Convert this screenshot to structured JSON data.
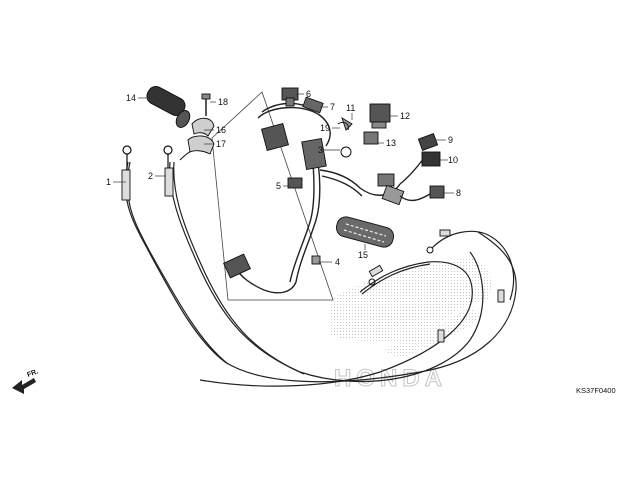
{
  "callouts": {
    "n1": "1",
    "n2": "2",
    "n3": "3",
    "n4": "4",
    "n5": "5",
    "n6": "6",
    "n7": "7",
    "n8": "8",
    "n9": "9",
    "n10": "10",
    "n11": "11",
    "n12": "12",
    "n13": "13",
    "n14": "14",
    "n15": "15",
    "n16": "16",
    "n17": "17",
    "n18": "18",
    "n19": "19"
  },
  "diagram_code": "KS37F0400",
  "direction_label": "FR.",
  "watermark": "HONDA",
  "colors": {
    "line": "#222222",
    "watermark": "#c8c8c8",
    "background": "#ffffff"
  }
}
